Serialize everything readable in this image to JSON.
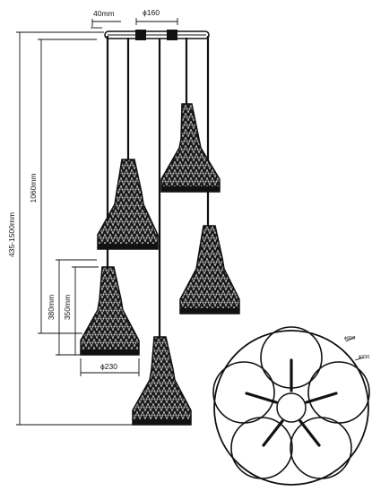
{
  "drawing": {
    "line_color": "#111111",
    "shade_color": "#1a1a1a",
    "weave_color": "#d9d9d9"
  },
  "dimensions": {
    "canopy_offset": "40mm",
    "canopy_diameter": "ϕ160",
    "total_height": "435-1500mm",
    "cable_length": "1060mm",
    "shade_height_outer": "380mm",
    "shade_height_inner": "350mm",
    "shade_diameter": "ϕ230"
  },
  "plan_view": {
    "outer_diameter": "ϕ650",
    "shade_diameter": "ϕ230"
  }
}
